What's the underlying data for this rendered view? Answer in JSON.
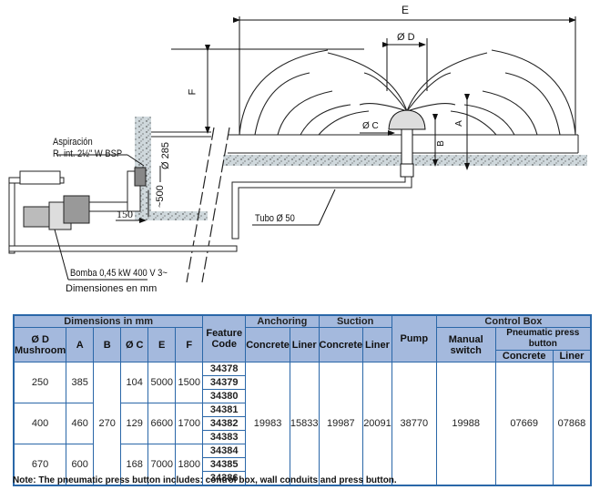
{
  "diagram": {
    "labels": {
      "E": "E",
      "D": "Ø D",
      "F": "F",
      "C": "Ø C",
      "A": "A",
      "B": "B",
      "aspiracion_line1": "Aspiración",
      "aspiracion_line2": "R. int. 2½\" W BSP",
      "d285": "Ø 285",
      "d500": "~500",
      "d150": "150",
      "tubo": "Tubo Ø 50",
      "bomba": "Bomba  0,45 kW 400 V 3~",
      "units": "Dimensiones en mm"
    }
  },
  "table": {
    "groups": {
      "dimensions": "Dimensions in mm",
      "feature_code": "Feature Code",
      "anchoring": "Anchoring",
      "suction": "Suction",
      "pump": "Pump",
      "control_box": "Control Box",
      "pneumatic": "Pneumatic press button"
    },
    "headers": {
      "mushroom": "Ø D Mushroom",
      "a": "A",
      "b": "B",
      "c": "Ø C",
      "e": "E",
      "f": "F",
      "anch_concrete": "Concrete",
      "anch_liner": "Liner",
      "suc_concrete": "Concrete",
      "suc_liner": "Liner",
      "manual_switch": "Manual switch",
      "pn_concrete": "Concrete",
      "pn_liner": "Liner"
    },
    "rows": [
      {
        "d": "250",
        "a": "385",
        "c": "104",
        "e": "5000",
        "f": "1500",
        "codes": [
          "34378",
          "34379",
          "34380"
        ]
      },
      {
        "d": "400",
        "a": "460",
        "c": "129",
        "e": "6600",
        "f": "1700",
        "codes": [
          "34381",
          "34382",
          "34383"
        ]
      },
      {
        "d": "670",
        "a": "600",
        "c": "168",
        "e": "7000",
        "f": "1800",
        "codes": [
          "34384",
          "34385",
          "34386"
        ]
      }
    ],
    "shared": {
      "b": "270",
      "anch_concrete": "19983",
      "anch_liner": "15833",
      "suc_concrete": "19987",
      "suc_liner": "20091",
      "pump": "38770",
      "manual_switch": "19988",
      "pn_concrete": "07669",
      "pn_liner": "07868"
    }
  },
  "note": "Note: The pneumatic press button includes: control box, wall conduits and press button."
}
